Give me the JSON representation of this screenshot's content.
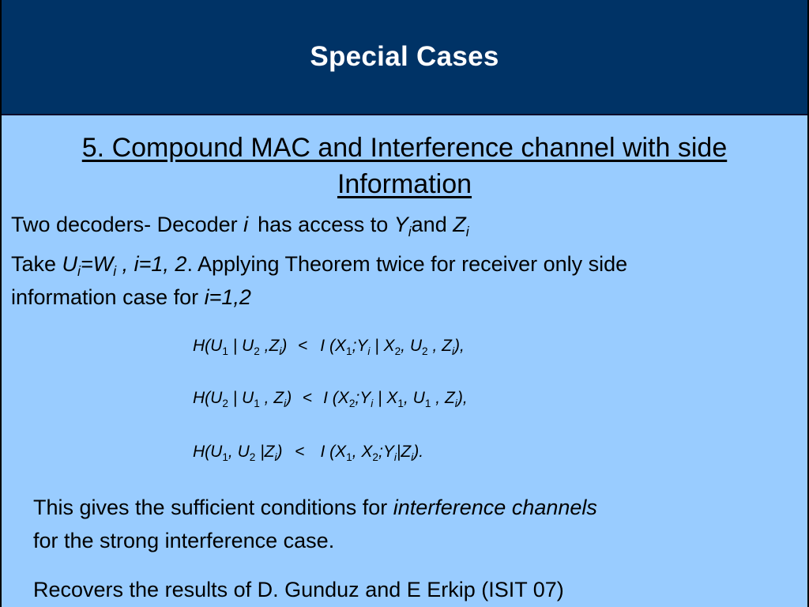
{
  "title": "Special Cases",
  "subtitle": "5. Compound MAC and Interference channel with side Information",
  "body": {
    "line1": {
      "text_a": "Two decoders- Decoder ",
      "var_i": "i",
      "text_b": "has access to ",
      "Y": "Y",
      "sub_i": "i",
      "and": "and ",
      "Z": "Z",
      "sub_i2": "i"
    },
    "line2": {
      "take": "Take ",
      "U": "U",
      "sub_i": "i",
      "eq_W": "=W",
      "sub_i2": "i",
      "range": " , i=1, 2",
      "rest": ". Applying Theorem twice for receiver only side"
    },
    "line3": {
      "text": "information case for ",
      "var": "i=1,2"
    }
  },
  "equations": {
    "eq1": {
      "lhs": "H(U",
      "s1": "1",
      "p1": " | U",
      "s2": "2",
      "p2": " ,Z",
      "s3": "i",
      "p3": ")",
      "op": "<",
      "r1": "I (X",
      "s4": "1",
      "r2": ";Y",
      "s5": "i",
      "r3": " | X",
      "s6": "2",
      "r4": ", U",
      "s7": "2",
      "r5": " , Z",
      "s8": "i",
      "r6": "),"
    },
    "eq2": {
      "lhs": "H(U",
      "s1": "2",
      "p1": " | U",
      "s2": "1",
      "p2": " , Z",
      "s3": "i",
      "p3": ")",
      "op": "<",
      "r1": "I (X",
      "s4": "2",
      "r2": ";Y",
      "s5": "i",
      "r3": " | X",
      "s6": "1",
      "r4": ", U",
      "s7": "1",
      "r5": " , Z",
      "s8": "i",
      "r6": "),"
    },
    "eq3": {
      "lhs": "H(U",
      "s1": "1",
      "p1": ", U",
      "s2": "2",
      "p2": " |Z",
      "s3": "i",
      "p3": ")",
      "op": "<",
      "r1": "I (X",
      "s4": "1",
      "r2": ", X",
      "s5": "2",
      "r3": ";Y",
      "s6": "i",
      "r4": "|Z",
      "s7": "i",
      "r5": ")."
    }
  },
  "footer": {
    "p1_a": "This gives the sufficient conditions for ",
    "p1_em": "interference channels",
    "p1_b": "for the strong interference case.",
    "p2": "Recovers the results of D. Gunduz and E Erkip (ISIT 07)"
  },
  "colors": {
    "header_bg": "#003366",
    "slide_bg": "#99ccff",
    "title_text": "#ffffff"
  }
}
